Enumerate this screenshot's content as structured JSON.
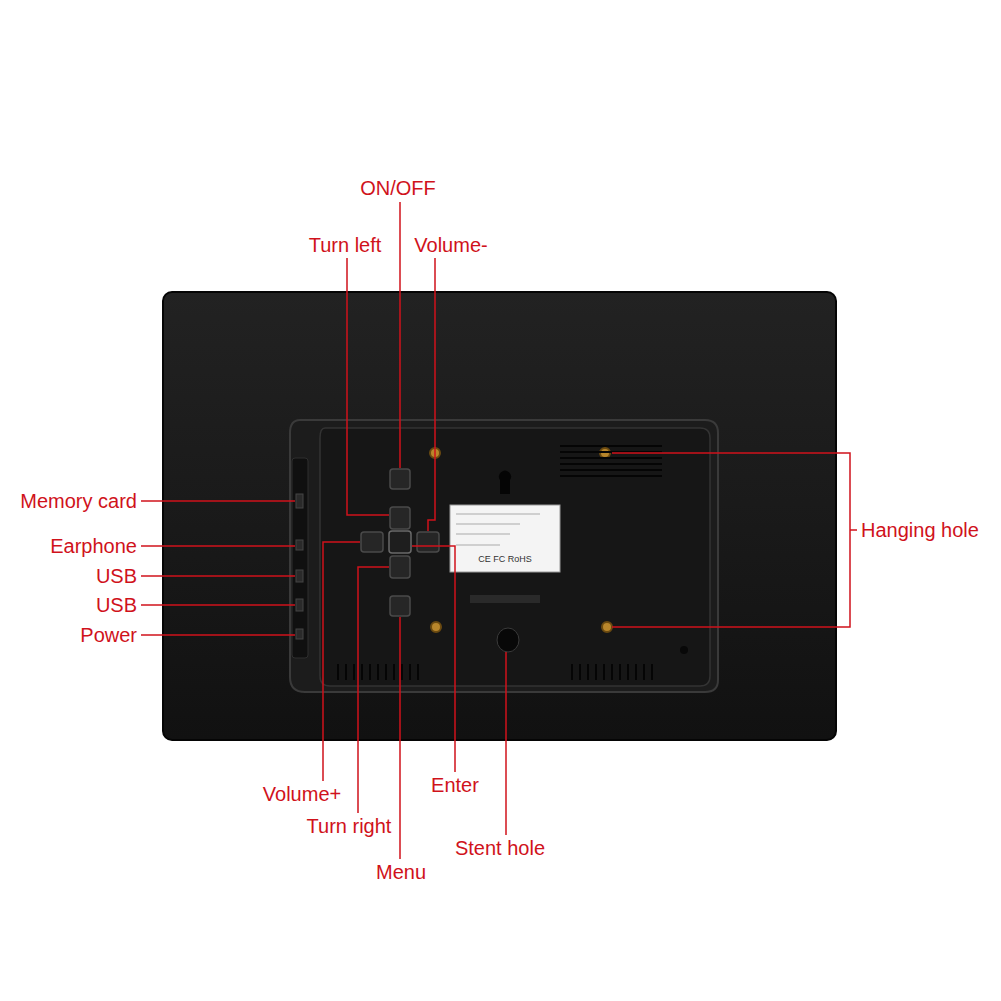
{
  "diagram": {
    "labels": [
      "ON/OFF",
      "Turn left",
      "Volume-",
      "Memory card",
      "Earphone",
      "USB",
      "USB",
      "Power",
      "Hanging hole",
      "Volume+",
      "Turn right",
      "Menu",
      "Enter",
      "Stent hole",
      "CE FC RoHS"
    ]
  }
}
